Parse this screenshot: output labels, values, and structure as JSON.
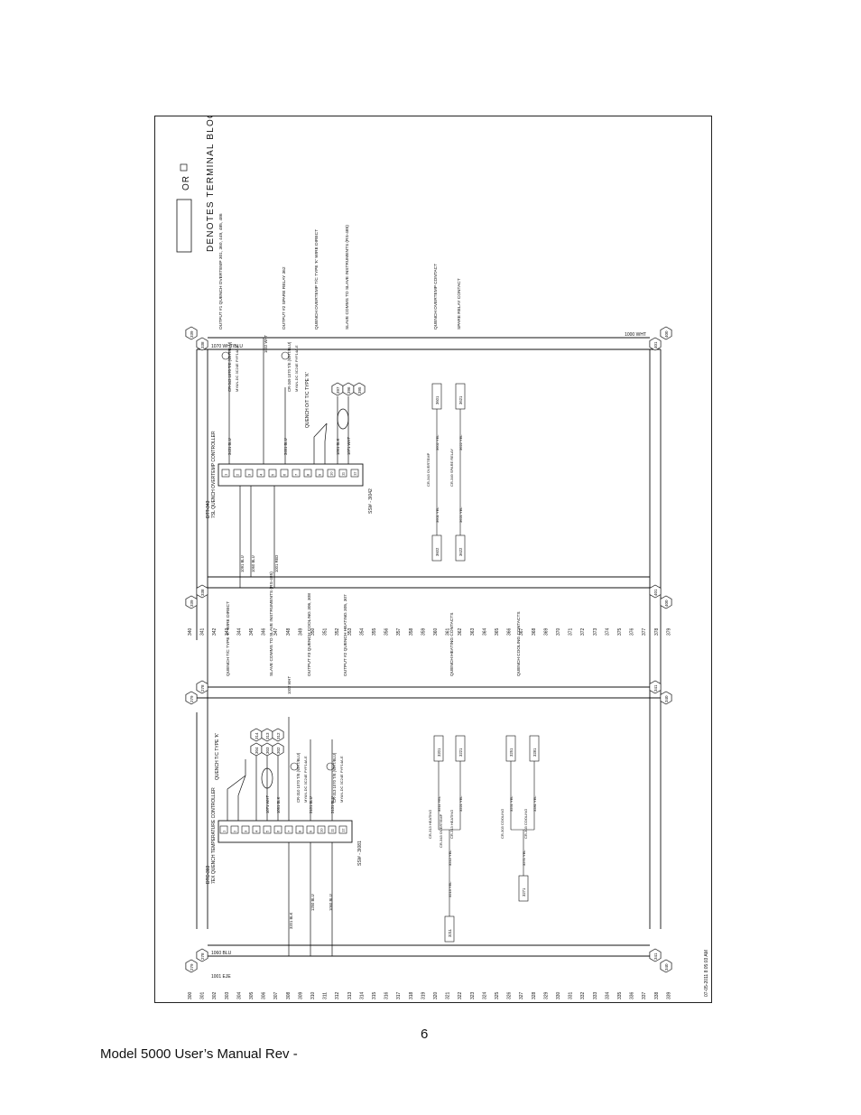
{
  "legend": {
    "text": "DENOTES TERMINAL BLOCK",
    "or_text": "OR"
  },
  "ladder": {
    "left_rungs": [
      "300",
      "301",
      "302",
      "303",
      "304",
      "305",
      "306",
      "307",
      "308",
      "309",
      "310",
      "311",
      "312",
      "313",
      "314",
      "315",
      "316",
      "317",
      "318",
      "319",
      "320",
      "321",
      "322",
      "323",
      "324",
      "325",
      "326",
      "327",
      "328",
      "329",
      "330",
      "331",
      "332",
      "333",
      "334",
      "335",
      "336",
      "337",
      "338",
      "339"
    ],
    "right_rungs": [
      "340",
      "341",
      "342",
      "343",
      "344",
      "345",
      "346",
      "347",
      "348",
      "349",
      "350",
      "351",
      "352",
      "353",
      "354",
      "355",
      "356",
      "357",
      "358",
      "359",
      "360",
      "361",
      "362",
      "363",
      "364",
      "365",
      "366",
      "367",
      "368",
      "369",
      "370",
      "371",
      "372",
      "373",
      "374",
      "375",
      "376",
      "377",
      "378",
      "379"
    ]
  },
  "bus": {
    "l1_label": "1001 EJE",
    "l2_label": "1000 WHT",
    "n1_label": "1060 BLU",
    "n2_label": "1070 WHT/BLU",
    "left_nodes": {
      "top": [
        "279",
        "278",
        "279",
        "278"
      ],
      "bottom": [
        "340",
        "341",
        "340",
        "341"
      ]
    },
    "right_nodes": {
      "top": [
        "339",
        "338",
        "339",
        "338"
      ],
      "bottom": [
        "400",
        "401",
        "400",
        "401"
      ]
    }
  },
  "controllers": [
    {
      "title": "DTC-303",
      "subtitle": "7EX QUENCH TEMPERATURE CONTROLLER",
      "ssr_label": "SSI# - 3I081",
      "terminals": [
        "1",
        "2",
        "3",
        "4",
        "5",
        "6",
        "7",
        "8",
        "9",
        "10",
        "11",
        "12"
      ],
      "thermocouple": "QUENCH T/C TYPE 'K'",
      "tc_plus": "+ YEL",
      "tc_minus": "- RED",
      "wires": [
        "1002 WHT",
        "1071 WHT",
        "1061 BLK",
        "3101 BLU",
        "3131 BLU",
        "1250 BLU",
        "1060 BLU",
        "3201 BLK"
      ],
      "relays": [
        "CR-310 1070 T/E (WHT/BLU)",
        "CR-313 1070 T/E (WHT/BLU)"
      ],
      "relay_notes": [
        "MYAN-DC 3C24E",
        "PYF14A-E"
      ],
      "hexes": [
        "314",
        "313",
        "312",
        "304",
        "303",
        "302"
      ],
      "annotations": [
        "QUENCH T/C TYPE 'K' WIRE DIRECT",
        "SLAVE COMMS TO SLAVE INSTRUMENTS (RS-485)",
        "OUTPUT #3 QUENCH COOLING 306, 308",
        "OUTPUT #2 QUENCH HEATING 305, 307",
        "QUENCH HEATING CONTACTS",
        "QUENCH COOLING CONTACTS"
      ],
      "contact_boxes": [
        "3201",
        "3221",
        "3251",
        "3281",
        "3211",
        "3271"
      ],
      "contact_labels": [
        "CR-313 HEATING",
        "CR-313 HEATING",
        "CR-303 COOLING",
        "CR-303 COOLING",
        "CR-343 OVERTEMP"
      ],
      "contact_wires": [
        "3221 YEL",
        "3211 YEL",
        "3251 YEL",
        "3281 YEL",
        "3212 YEL",
        "3213 YEL",
        "3271 YEL"
      ]
    },
    {
      "title": "DTT-343",
      "subtitle": "7SL QUENCH OVERTEMP CONTROLLER",
      "ssr_label": "SSI# - 3I042",
      "terminals": [
        "1",
        "2",
        "3",
        "4",
        "5",
        "6",
        "7",
        "8",
        "9",
        "10",
        "11",
        "12"
      ],
      "thermocouple": "QUENCH O/T T/C TYPE 'K'",
      "tc_plus": "+ YEL",
      "tc_minus": "- RED",
      "wires": [
        "3431 BLU",
        "3461 BLU",
        "1061 BLK",
        "1071 WHT",
        "1091 BLU",
        "1060 BLU",
        "1001 RED",
        "1002 WHT"
      ],
      "relays": [
        "CR-343 1070 T/E (WHT/BLU)",
        "CR-349 1070 T/E (WHT/BLU)"
      ],
      "relay_notes": [
        "MYAN-DC 3C24E",
        "PYF14A-E"
      ],
      "hexes": [
        "397",
        "396",
        "395"
      ],
      "annotations": [
        "OUTPUT #1 QUENCH OVERTEMP 301, 360, 449, 485, 486",
        "OUTPUT #2 SPARE RELAY 362",
        "QUENCH OVERTEMP T/C TYPE 'K' WIRE DIRECT",
        "SLAVE COMMS TO SLAVE INSTRUMENTS (RS-485)",
        "QUENCH OVERTEMP CONTACT",
        "SPARE RELAY CONTACT"
      ],
      "contact_boxes": [
        "3601",
        "3621",
        "3602",
        "3622"
      ],
      "contact_labels": [
        "CR-343 OVERTEMP",
        "CR-349 SPARE RELAY"
      ],
      "contact_wires": [
        "3601 YEL",
        "3621 YEL",
        "3602 YEL",
        "3622 YEL"
      ]
    }
  ],
  "stamp": "07-05-2011 8:05:03 AM",
  "page_number": "6",
  "footer": "Model 5000 User’s Manual Rev -"
}
